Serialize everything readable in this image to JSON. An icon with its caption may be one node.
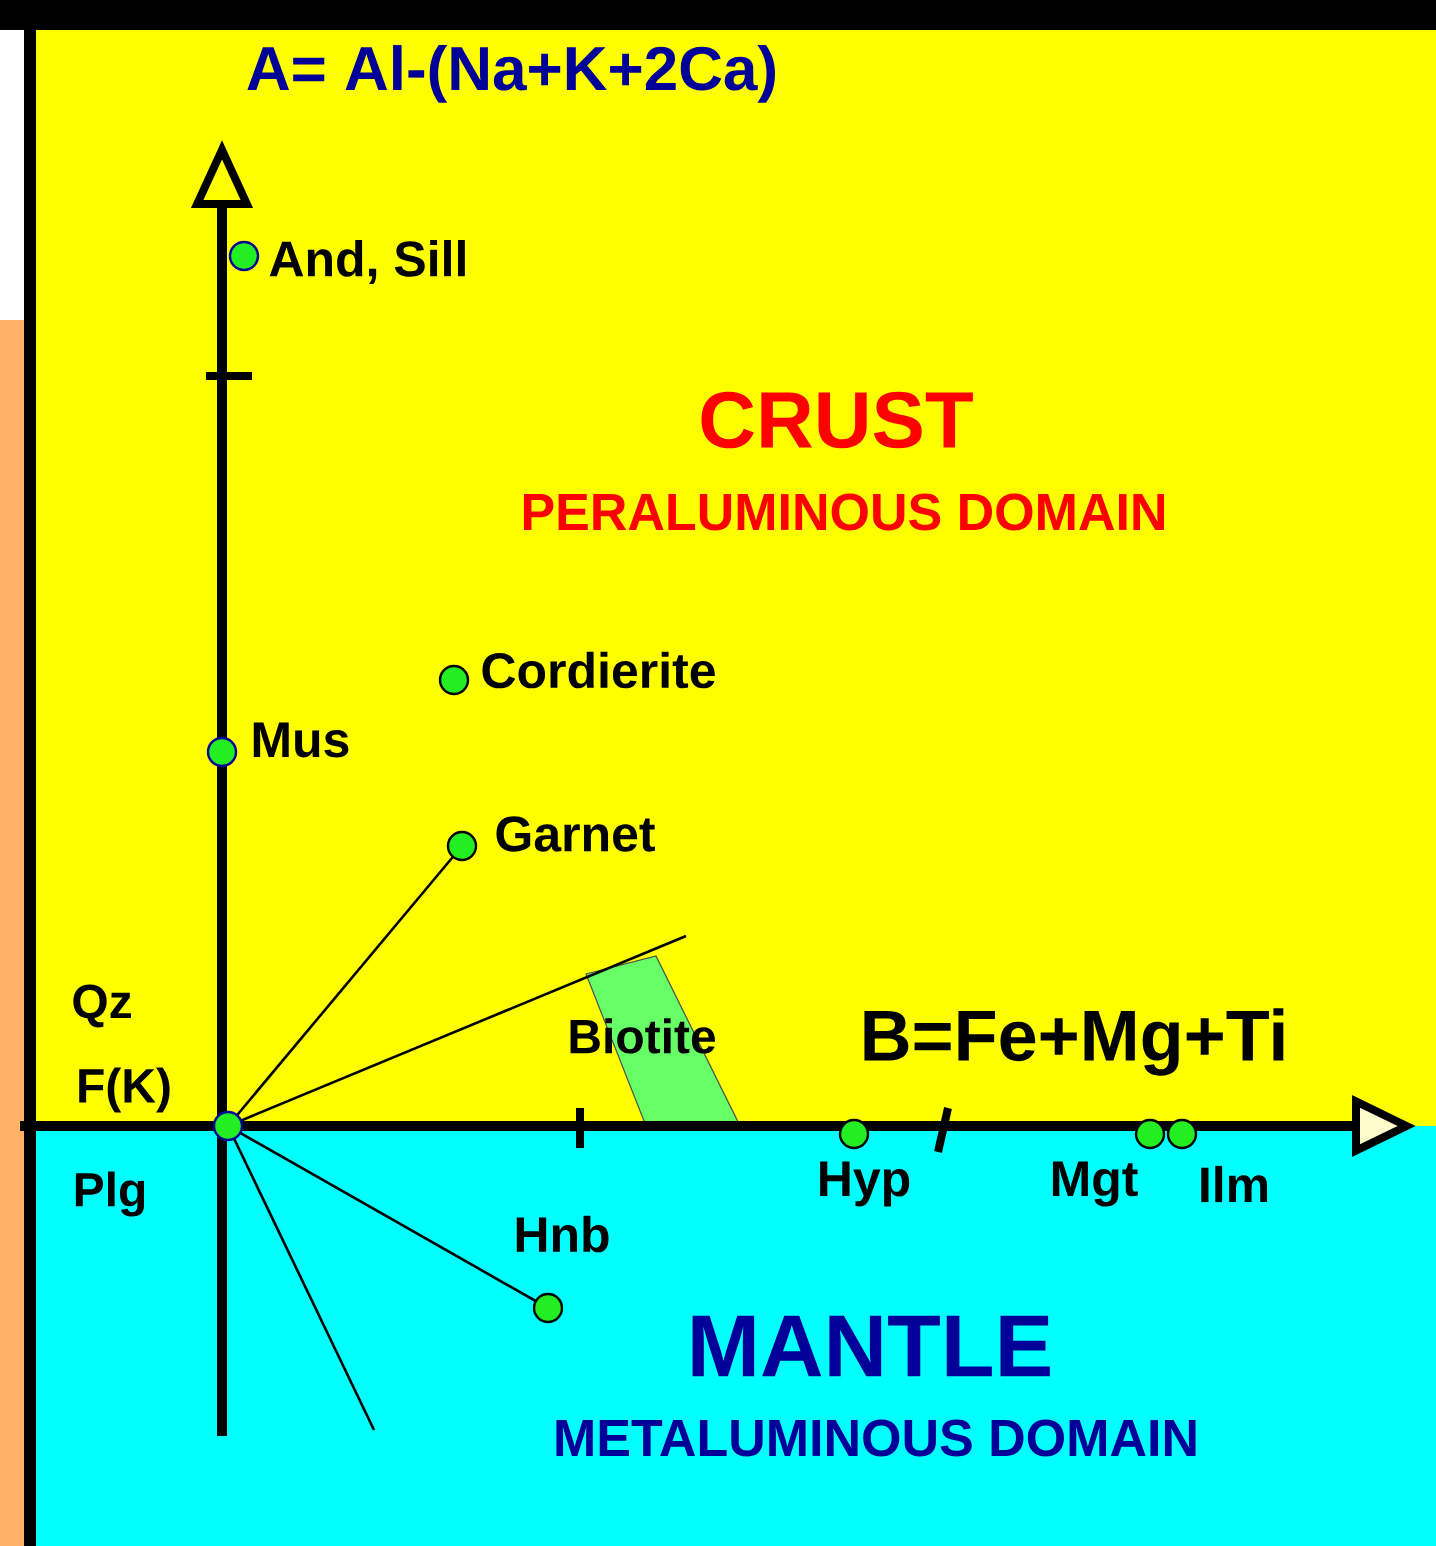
{
  "diagram": {
    "nodes": [
      {
        "text": [],
        "shape": "circle",
        "beside": [
          "And, Sill"
        ]
      },
      {
        "text": [],
        "shape": "circle",
        "beside": [
          "Cordierite"
        ]
      },
      {
        "text": [],
        "shape": "circle",
        "beside": [
          "Mus"
        ]
      },
      {
        "text": [],
        "shape": "circle",
        "beside": [
          "Garnet"
        ]
      },
      {
        "text": [],
        "shape": "circle"
      },
      {
        "text": [],
        "shape": "circle",
        "beside": [
          "Hyp"
        ]
      },
      {
        "text": [],
        "shape": "circle",
        "beside": [
          "Mgt"
        ]
      },
      {
        "text": [],
        "shape": "circle",
        "beside": [
          "Ilm"
        ]
      },
      {
        "text": [],
        "shape": "circle",
        "beside": [
          "Hnb"
        ]
      }
    ],
    "edges": [
      {
        "from": 4,
        "to": 3,
        "arrow": "none"
      },
      {
        "from": 4,
        "to": null,
        "arrow": "none"
      },
      {
        "from": 4,
        "to": 8,
        "arrow": "none"
      },
      {
        "from": 4,
        "to": null,
        "arrow": "none"
      }
    ],
    "labels": [
      "A= Al-(Na+K+2Ca)",
      "CRUST",
      "PERALUMINOUS DOMAIN",
      "Qz",
      "F(K)",
      "Biotite",
      "B=Fe+Mg+Ti",
      "Plg",
      "MANTLE",
      "METALUMINOUS DOMAIN"
    ]
  }
}
